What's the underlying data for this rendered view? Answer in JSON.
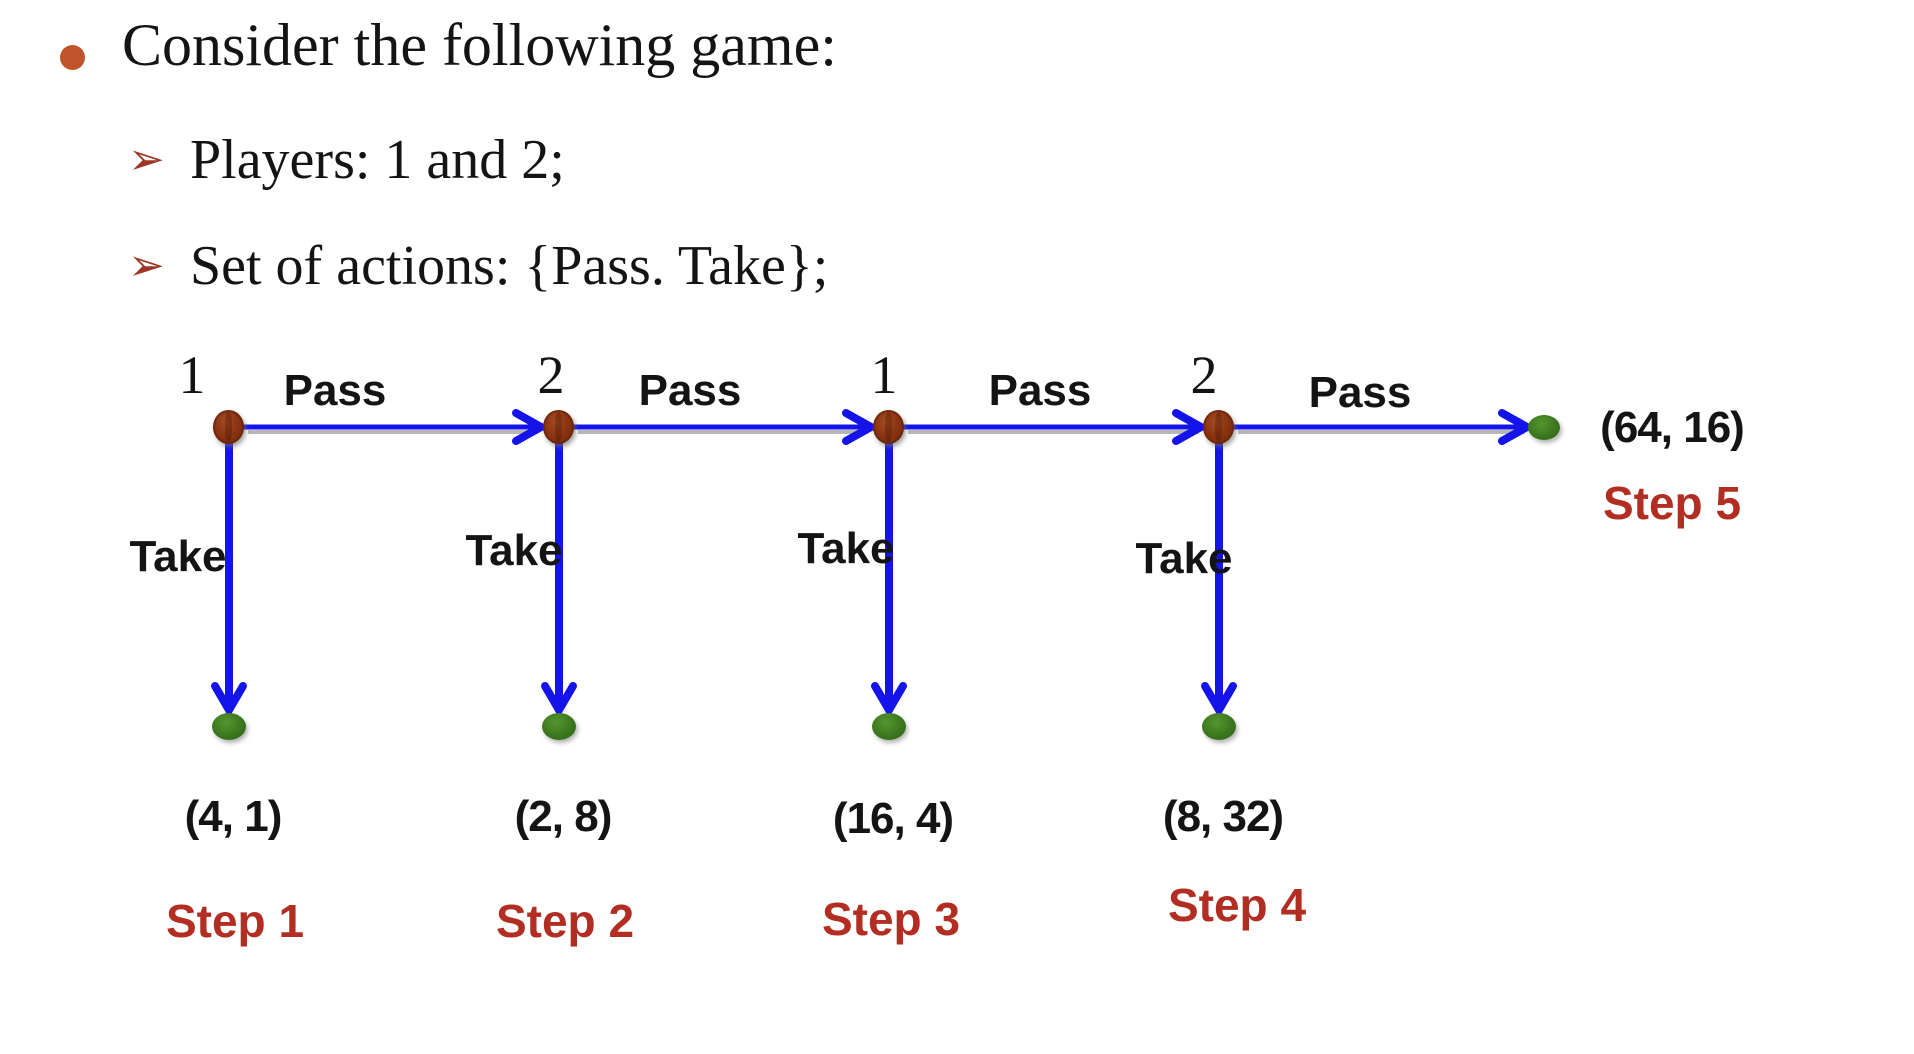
{
  "slide": {
    "title": "Consider the following game:",
    "bullets": [
      {
        "label": "Players: 1 and 2;"
      },
      {
        "label": "Set of actions: {Pass. Take};"
      }
    ],
    "bullet_marker": "●",
    "sub_bullet_marker": "➢"
  },
  "diagram": {
    "steps": [
      {
        "player": "1",
        "pass_label": "Pass",
        "take_label": "Take",
        "payoff": "(4, 1)",
        "step_label": "Step 1"
      },
      {
        "player": "2",
        "pass_label": "Pass",
        "take_label": "Take",
        "payoff": "(2, 8)",
        "step_label": "Step 2"
      },
      {
        "player": "1",
        "pass_label": "Pass",
        "take_label": "Take",
        "payoff": "(16, 4)",
        "step_label": "Step 3"
      },
      {
        "player": "2",
        "pass_label": "Pass",
        "take_label": "Take",
        "payoff": "(8, 32)",
        "step_label": "Step 4"
      }
    ],
    "end": {
      "payoff": "(64, 16)",
      "step_label": "Step 5"
    }
  },
  "colors": {
    "edge_blue": "#1414ea",
    "node_red": "#8b3412",
    "node_green": "#3b771e",
    "step_red": "#b22e22",
    "bullet_orange": "#bf5329",
    "sub_bullet_red": "#9e3527",
    "text_black": "#141414",
    "shadow_gray": "#aaaaaa"
  }
}
